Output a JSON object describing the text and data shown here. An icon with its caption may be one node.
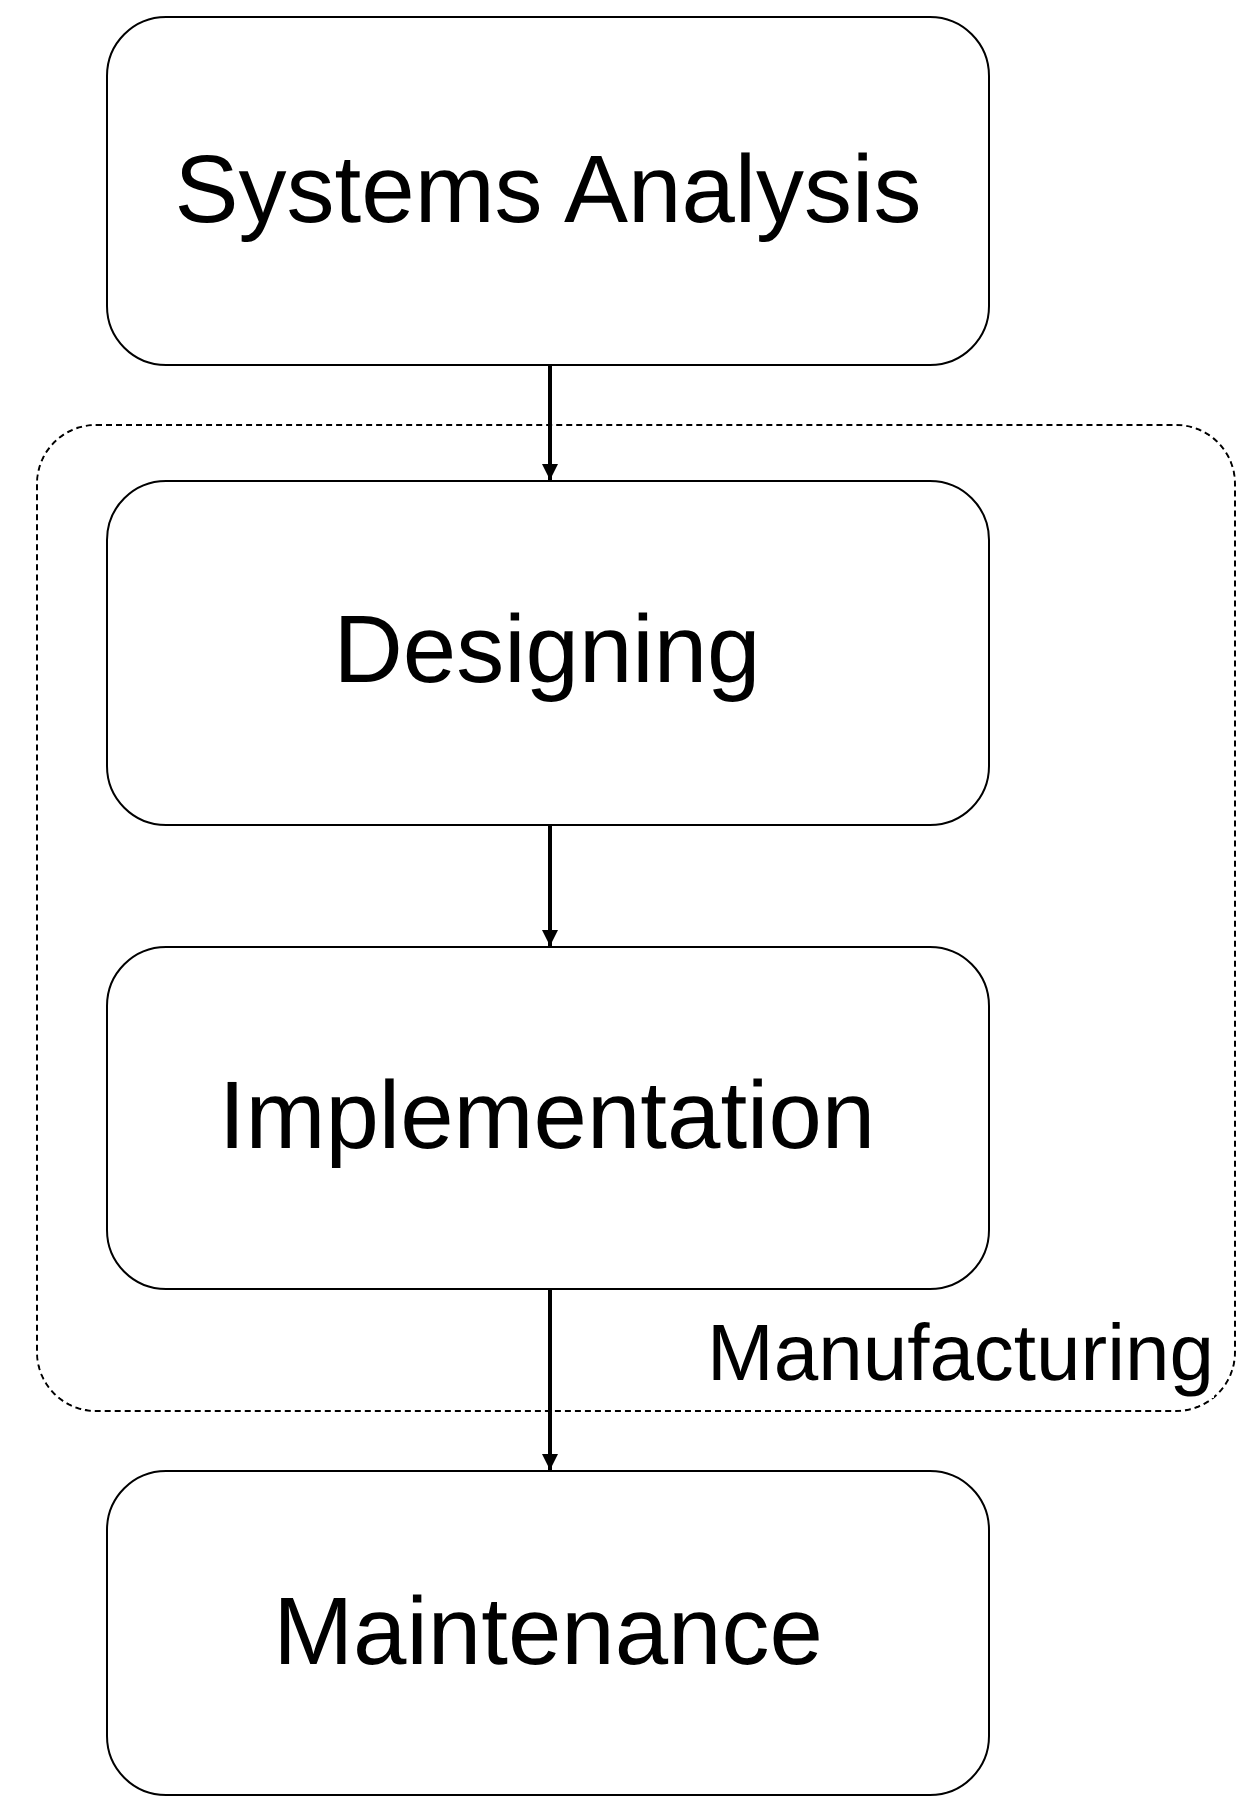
{
  "diagram": {
    "nodes": [
      {
        "text": [
          "Systems Analysis"
        ]
      },
      {
        "text": [
          "Manufacturing"
        ]
      },
      {
        "text": [
          "Designing"
        ],
        "in": 1
      },
      {
        "text": [
          "Implementation"
        ],
        "in": 1
      },
      {
        "text": [
          "Maintenance"
        ]
      }
    ],
    "edges": [
      {
        "from": 0,
        "to": 2,
        "arrow": "to"
      },
      {
        "from": 2,
        "to": 3,
        "arrow": "to"
      },
      {
        "from": 3,
        "to": 4,
        "arrow": "to"
      }
    ]
  }
}
